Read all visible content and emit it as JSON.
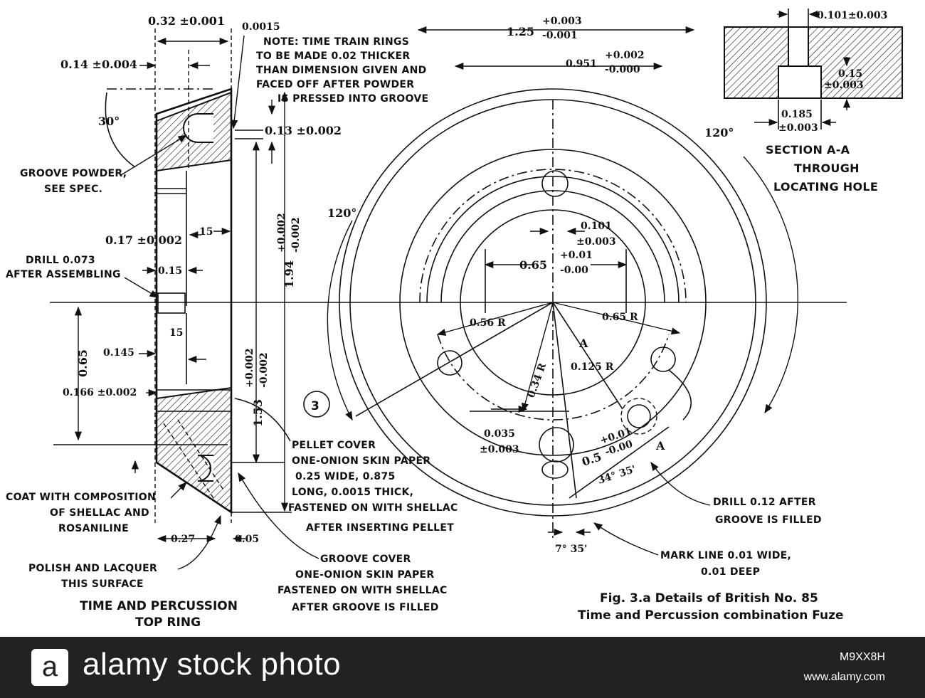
{
  "drawing": {
    "left_labels": {
      "groove_powder": [
        "GROOVE POWDER,",
        "SEE SPEC."
      ],
      "drill_073": [
        "DRILL 0.073",
        "AFTER ASSEMBLING"
      ],
      "coat": [
        "COAT WITH COMPOSITION",
        "OF SHELLAC AND",
        "ROSANILINE"
      ],
      "polish": [
        "POLISH AND LACQUER",
        "THIS SURFACE"
      ],
      "title": [
        "TIME AND PERCUSSION",
        "TOP RING"
      ]
    },
    "note": [
      "NOTE: TIME TRAIN RINGS",
      "TO BE MADE 0.02 THICKER",
      "THAN DIMENSION GIVEN AND",
      "FACED OFF AFTER POWDER",
      "IS PRESSED INTO GROOVE"
    ],
    "pellet_cover": [
      "PELLET COVER",
      "ONE-ONION SKIN PAPER",
      "0.25 WIDE, 0.875",
      "LONG, 0.0015 THICK,",
      "FASTENED ON WITH SHELLAC",
      "AFTER INSERTING PELLET"
    ],
    "groove_cover": [
      "GROOVE COVER",
      "ONE-ONION SKIN PAPER",
      "FASTENED ON WITH SHELLAC",
      "AFTER GROOVE IS FILLED"
    ],
    "drill_12": [
      "DRILL 0.12 AFTER",
      "GROOVE IS FILLED"
    ],
    "mark_line": [
      "MARK LINE 0.01 WIDE,",
      "0.01 DEEP"
    ],
    "section": [
      "SECTION A-A",
      "THROUGH",
      "LOCATING HOLE"
    ],
    "caption": [
      "Fig. 3.a Details of British No. 85",
      "Time and Percussion combination Fuze"
    ],
    "circled_number": "3",
    "dims": {
      "d032": "0.32 ±0.001",
      "d0015": "0.0015",
      "d014": "0.14 ±0.004",
      "a30": "30°",
      "d013": "0.13 ±0.002",
      "d017": "0.17 ±0.002",
      "d15a": "15",
      "d015": "0.15",
      "d15b": "15",
      "d0145": "0.145",
      "d0166": "0.166 ±0.002",
      "d065v": "0.65",
      "d027": "0.27",
      "d005": "0.05",
      "d194": "1.94",
      "d194p": "+0.002",
      "d194m": "-0.002",
      "d153": "1.53",
      "d153p": "+0.002",
      "d153m": "-0.002",
      "d125": "1.25",
      "d125p": "+0.003",
      "d125m": "-0.001",
      "d0951": "0.951",
      "d0951p": "+0.002",
      "d0951m": "-0.000",
      "a120a": "120°",
      "a120b": "120°",
      "d0101": "0.101",
      "d0101b": "±0.003",
      "d065": "0.65",
      "d065p": "+0.01",
      "d065m": "-0.00",
      "r056": "0.56 R",
      "r065": "0.65 R",
      "r034": "0.34 R",
      "r0125": "0.125 R",
      "secA1": "A",
      "secA2": "A",
      "d0035": "0.035",
      "d0035b": "±0.003",
      "d05": "0.5",
      "d05p": "+0.01",
      "d05m": "-0.00",
      "a3435": "34° 35'",
      "a735": "7° 35'",
      "s0101": "0.101±0.003",
      "s015": "0.15",
      "s015b": "±0.003",
      "s0185": "0.185",
      "s0185b": "±0.003"
    }
  },
  "footer": {
    "logo_letter": "a",
    "brand": "alamy stock photo",
    "image_id": "M9XX8H",
    "site": "www.alamy.com"
  }
}
